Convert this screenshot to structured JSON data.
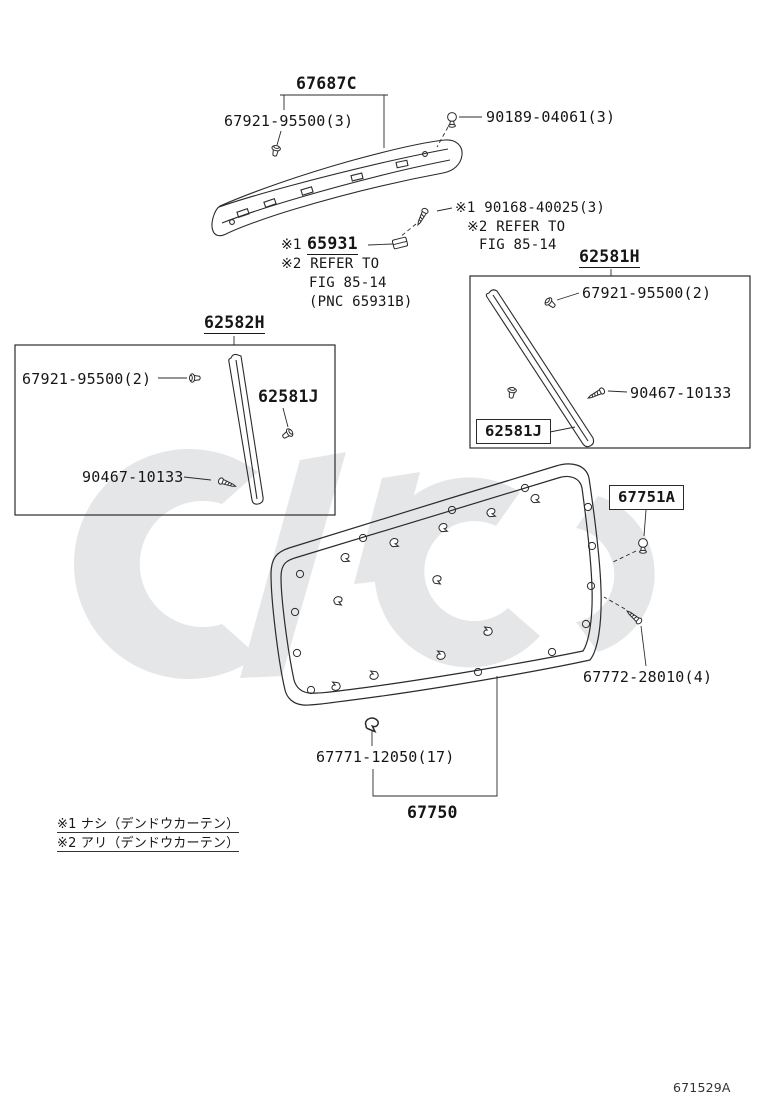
{
  "diagram": {
    "doc_number": "671529A",
    "colors": {
      "line": "#2b2b2b",
      "watermark": "#ccced2"
    },
    "parts": {
      "top_garnish_code": "67687C",
      "top_clip": "67921-95500(3)",
      "top_grommet": "90189-04061(3)",
      "screw_note": {
        "line1": "※1 90168-40025(3)",
        "line2": "※2 REFER TO",
        "line3": "FIG 85-14"
      },
      "garnish_clip_note": {
        "mark": "※1",
        "code": "65931",
        "line2": "※2 REFER TO",
        "line3": "FIG 85-14",
        "line4": "(PNC 65931B)"
      },
      "right_assembly": {
        "code": "62581H",
        "clip": "67921-95500(2)",
        "screw": "90467-10133",
        "strip_code": "62581J"
      },
      "left_assembly": {
        "code": "62582H",
        "clip": "67921-95500(2)",
        "strip_code": "62581J",
        "screw": "90467-10133"
      },
      "panel_grommet": "67751A",
      "panel_screw": "67772-28010(4)",
      "panel_clip": "67771-12050(17)",
      "panel_code": "67750"
    },
    "footnotes": [
      "※1 ナシ（デンドウカーテン）",
      "※2 アリ（デンドウカーテン）"
    ]
  }
}
